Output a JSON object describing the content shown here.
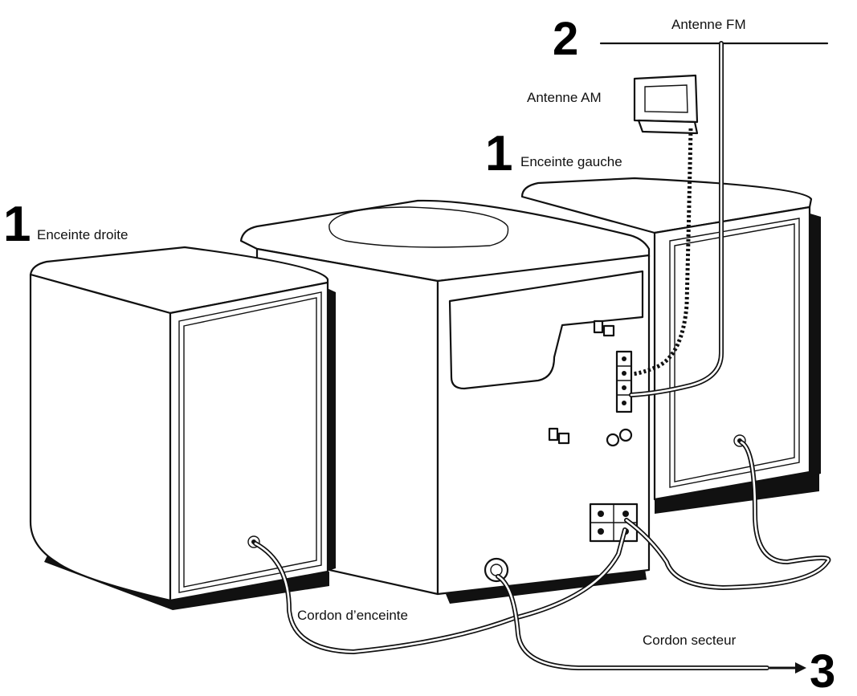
{
  "labels": {
    "fm_antenna": "Antenne FM",
    "am_antenna": "Antenne AM",
    "left_speaker": "Enceinte gauche",
    "right_speaker": "Enceinte droite",
    "speaker_cord": "Cordon d’enceinte",
    "power_cord": "Cordon secteur"
  },
  "steps": {
    "step_fm": "2",
    "step_left": "1",
    "step_right": "1",
    "step_power": "3"
  },
  "arrow": "→"
}
